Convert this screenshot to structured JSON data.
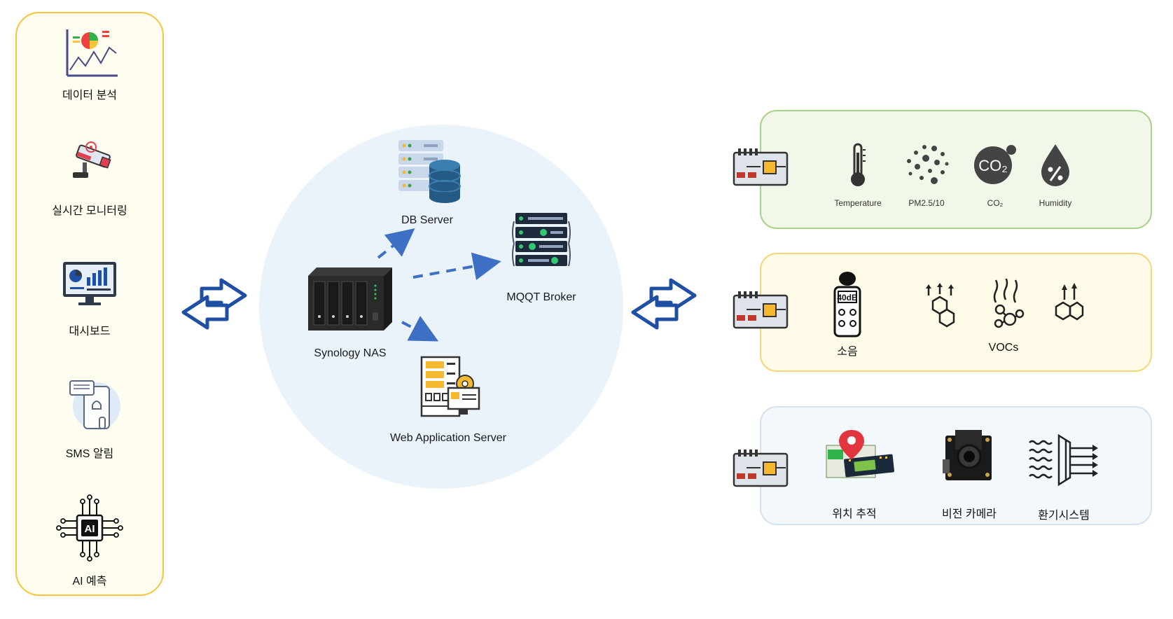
{
  "left_panel": {
    "features": [
      {
        "label": "데이터 분석",
        "icon": "data-analysis-chart-icon"
      },
      {
        "label": "실시간 모니터링",
        "icon": "cctv-camera-icon"
      },
      {
        "label": "대시보드",
        "icon": "dashboard-monitor-icon"
      },
      {
        "label": "SMS 알림",
        "icon": "sms-phone-icon"
      },
      {
        "label": "AI 예측",
        "icon": "ai-chip-icon"
      }
    ]
  },
  "center": {
    "nas_label": "Synology NAS",
    "db_label": "DB Server",
    "mqtt_label": "MQQT Broker",
    "web_label": "Web Application Server"
  },
  "right": {
    "env_sensors": [
      "Temperature",
      "PM2.5/10",
      "CO₂",
      "Humidity"
    ],
    "air_labels": {
      "noise": "소음",
      "vocs": "VOCs",
      "noise_display": "40dB"
    },
    "devices": [
      "위치 추적",
      "비전 카메라",
      "환기시스템"
    ],
    "co2_badge": "CO₂"
  },
  "colors": {
    "arrow_blue": "#1f4fa3",
    "dash_blue": "#3d6fc4",
    "left_border": "#f5c53a",
    "env_border": "#a9d28a",
    "air_border": "#f5d67a"
  }
}
